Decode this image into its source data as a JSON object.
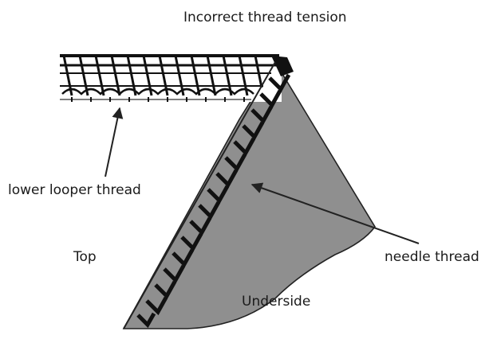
{
  "title": "Incorrect thread tension",
  "labels": {
    "lower_looper": "lower looper thread",
    "top": "Top",
    "needle": "needle thread",
    "underside": "Underside"
  },
  "colors": {
    "fabric": "#8f8f8f",
    "thread": "#111111",
    "outline": "#222222",
    "text": "#1a1a1a"
  }
}
